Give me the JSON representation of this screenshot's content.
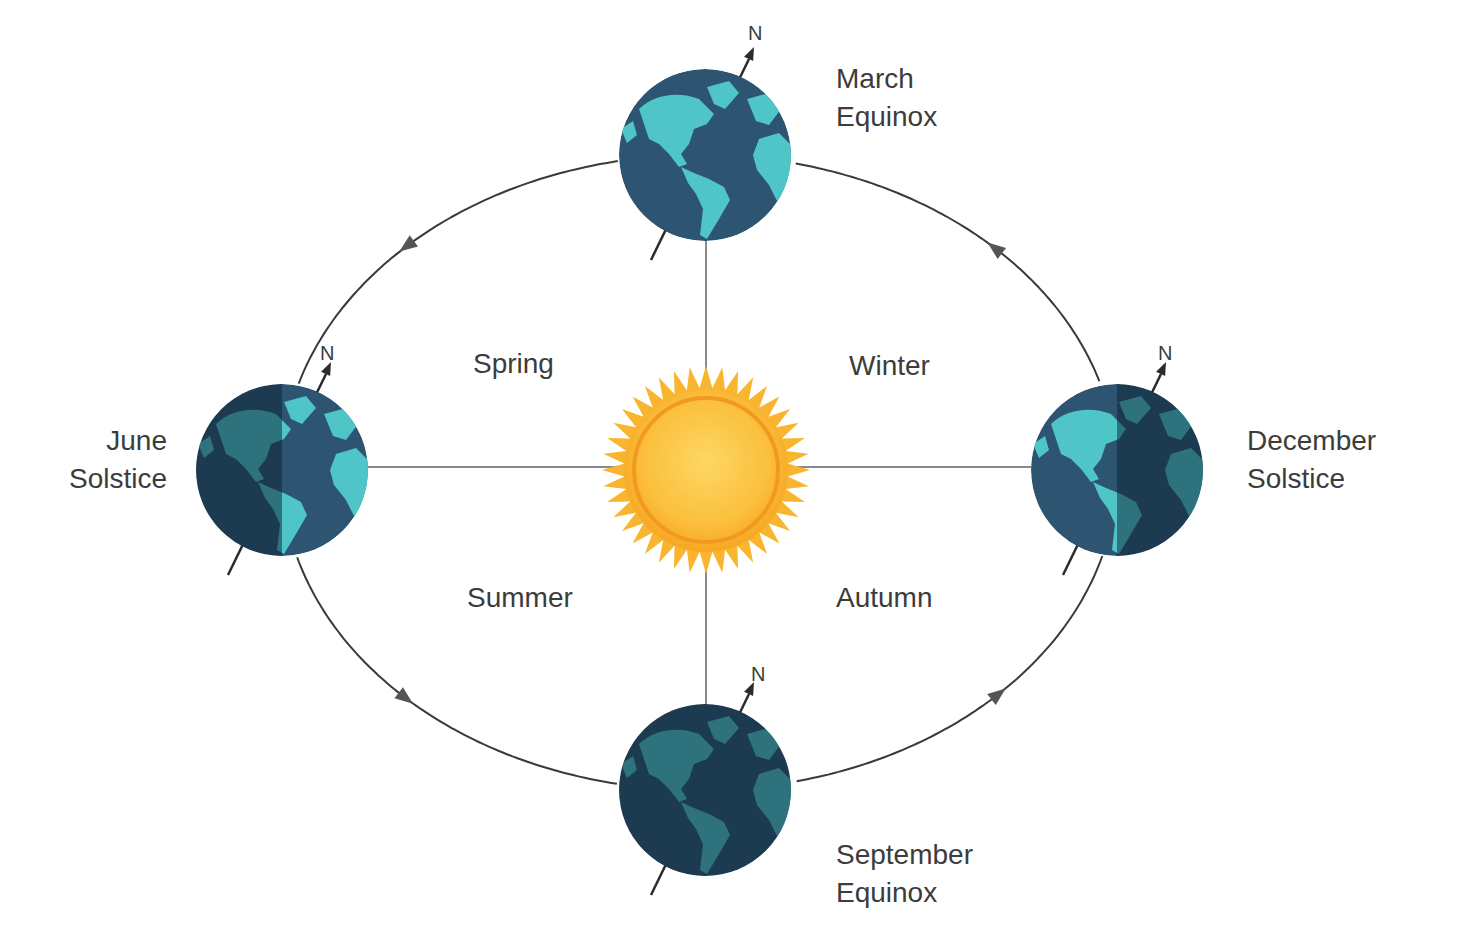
{
  "diagram": {
    "nodes": [
      {
        "text": [
          "March Equinox"
        ]
      },
      {
        "text": [
          "June Solstice"
        ]
      },
      {
        "text": [
          "December Solstice"
        ]
      },
      {
        "text": [
          "September Equinox"
        ]
      }
    ],
    "edges": [
      {
        "from": 0,
        "to": 1,
        "arrow": "to"
      },
      {
        "from": 1,
        "to": 3,
        "arrow": "to"
      },
      {
        "from": 3,
        "to": 2,
        "arrow": "to"
      },
      {
        "from": 2,
        "to": 0,
        "arrow": "to"
      }
    ],
    "labels": [
      "N",
      "Spring",
      "Winter",
      "N",
      "N",
      "Summer",
      "Autumn",
      "N"
    ]
  }
}
